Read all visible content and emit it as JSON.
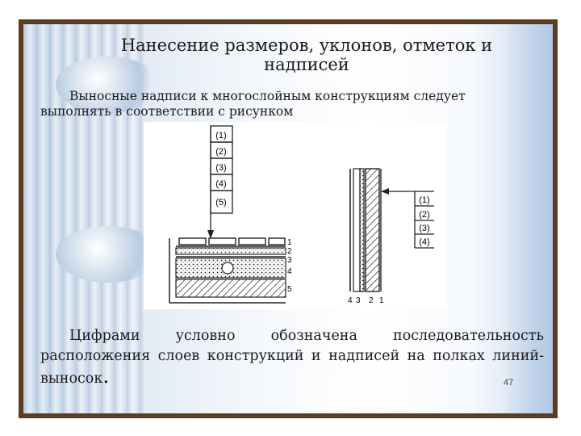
{
  "slide": {
    "title_line1": "Нанесение размеров, уклонов, отметок и",
    "title_line2": "надписей",
    "intro": "Выносные надписи к многослойным конструкциям следует выполнять в соответствии с рисунком",
    "body_main": "Цифрами условно обозначена последовательность расположения слоев конструкций и надписей на полках линий-выносок",
    "body_end": ".",
    "page_number": "47"
  },
  "figure": {
    "left_labels": [
      "(1)",
      "(2)",
      "(3)",
      "(4)",
      "(5)"
    ],
    "left_layer_numbers": [
      "1",
      "2",
      "3",
      "4",
      "5"
    ],
    "right_labels": [
      "(1)",
      "(2)",
      "(3)",
      "(4)"
    ],
    "right_layer_numbers": [
      "4",
      "3",
      "2",
      "1"
    ]
  }
}
